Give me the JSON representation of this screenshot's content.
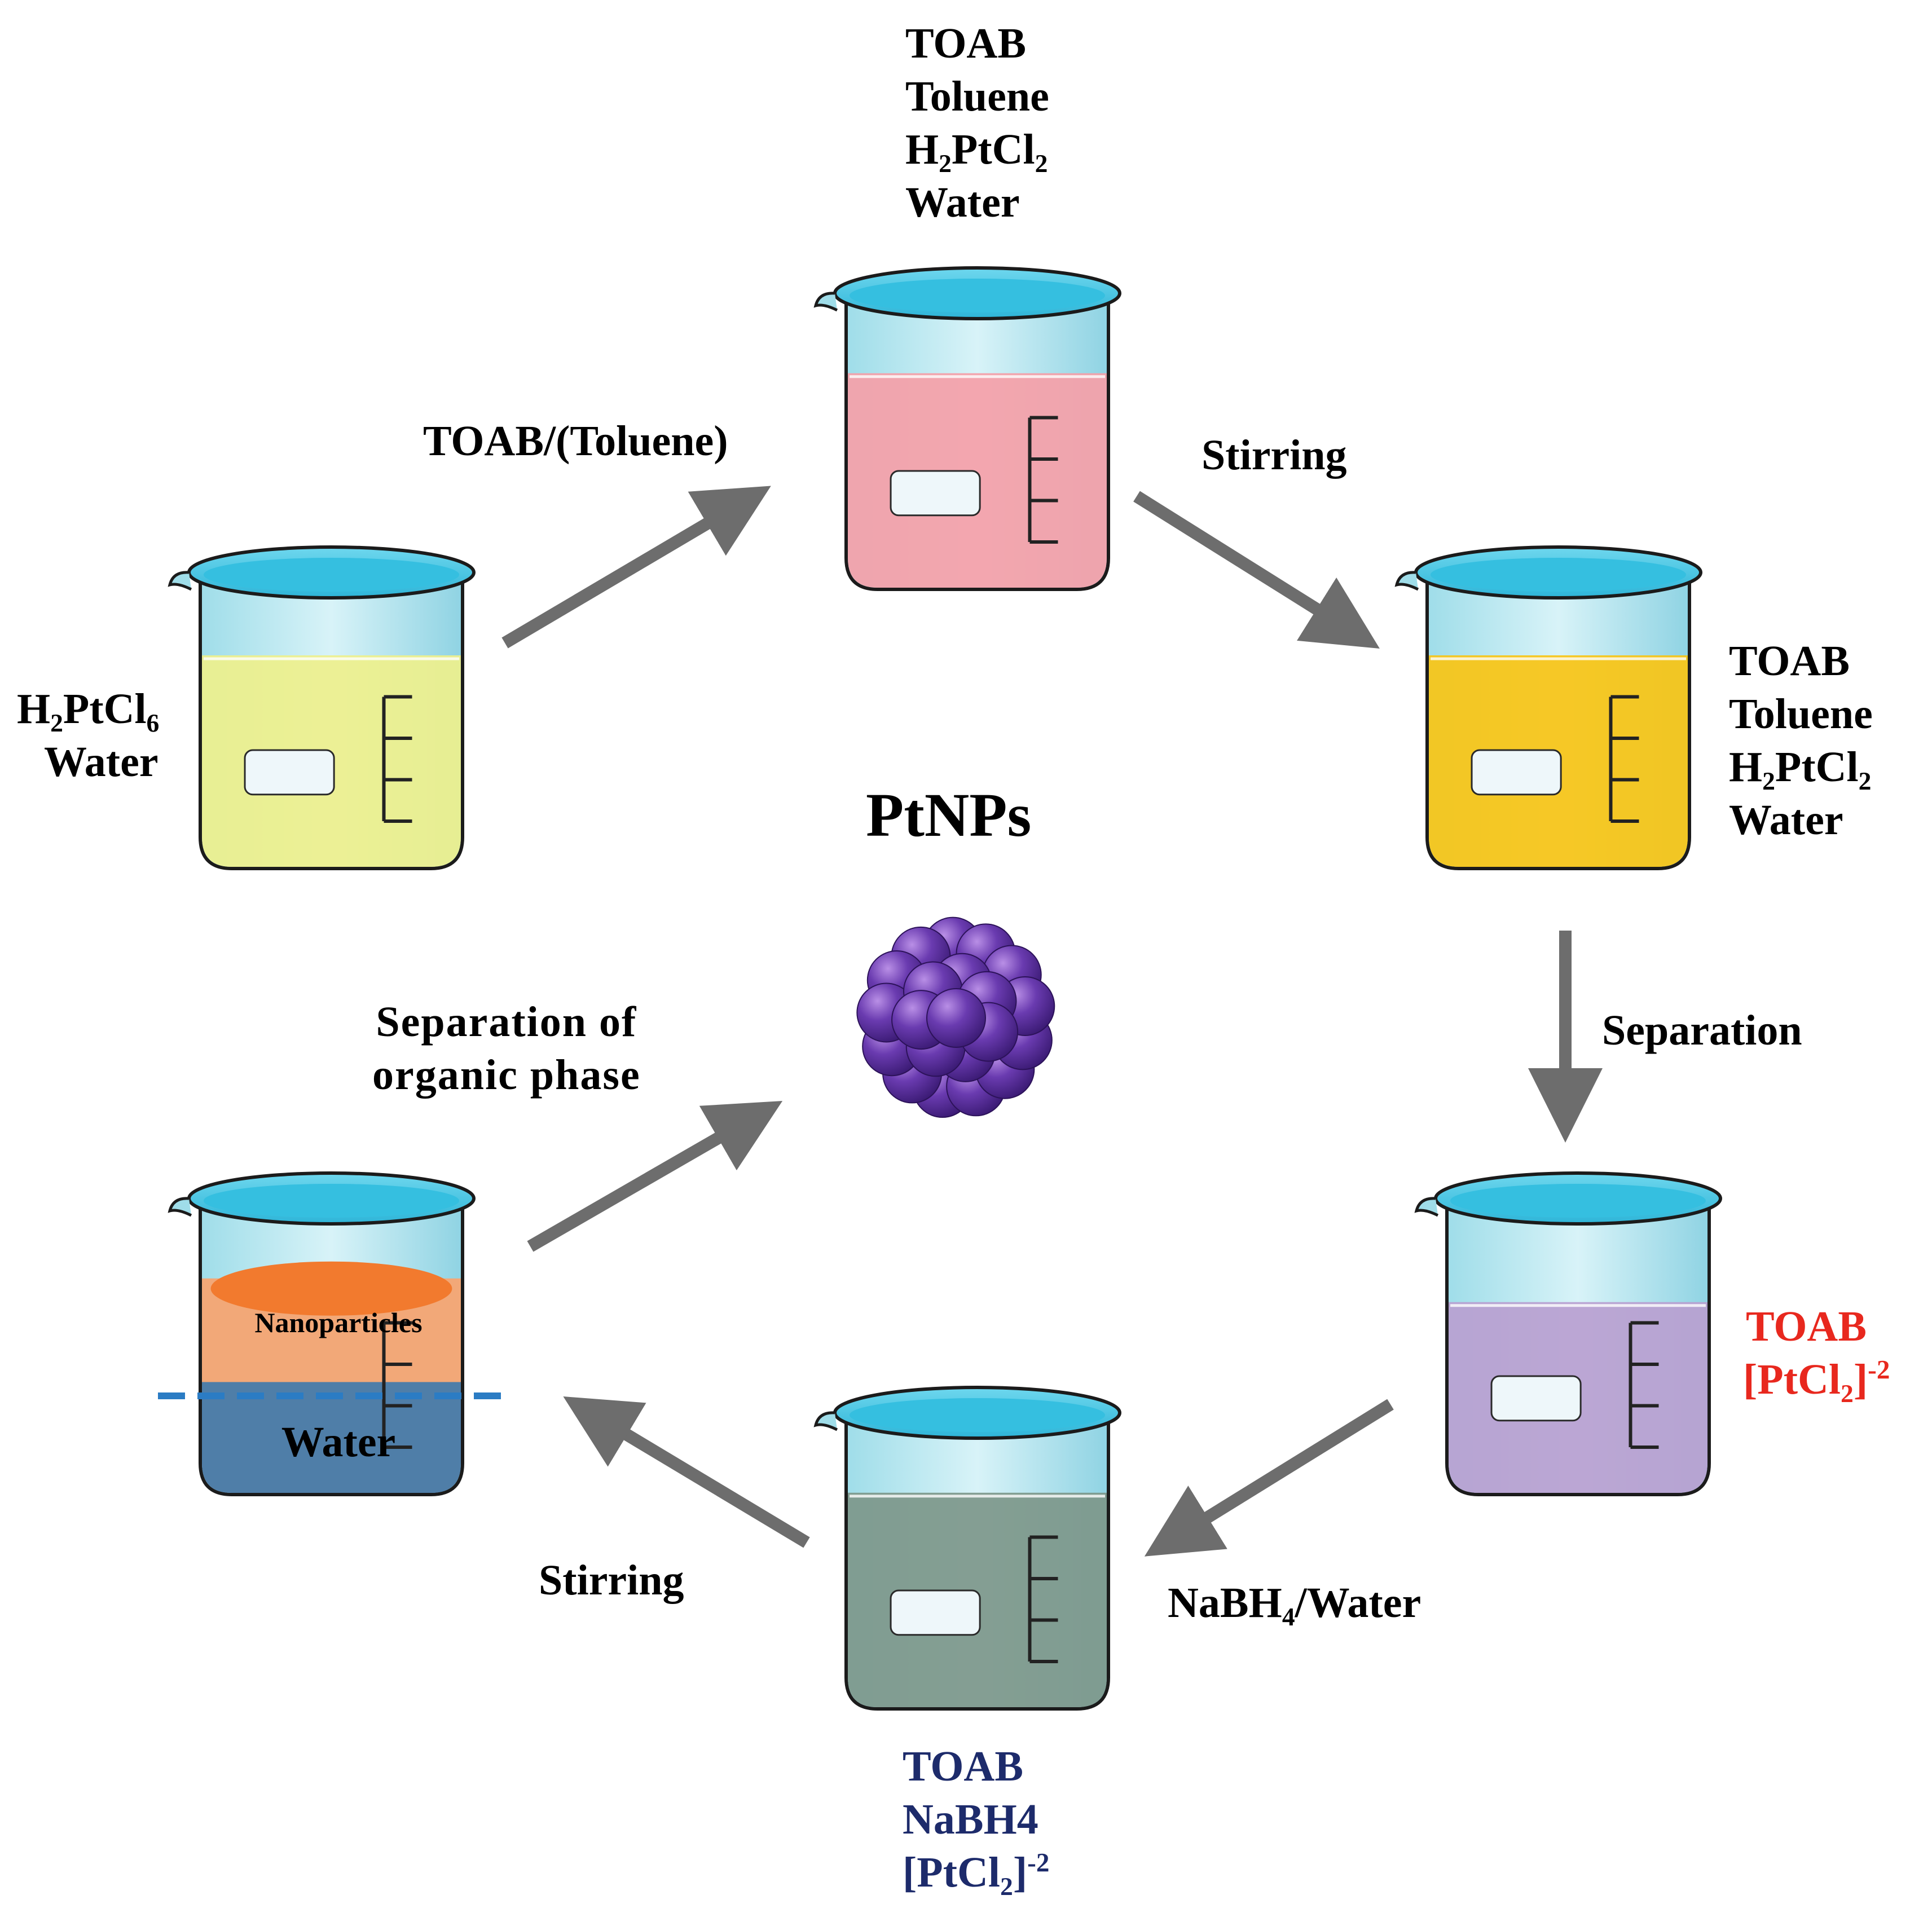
{
  "title": "PtNPs",
  "steps": {
    "start": [
      "H₂PtCl₆",
      "Water"
    ],
    "add_toab": "TOAB/(Toluene)",
    "mixed": [
      "TOAB",
      "Toluene",
      "H₂PtCl₂",
      "Water"
    ],
    "stir1": "Stirring",
    "yellow": [
      "TOAB",
      "Toluene",
      "H₂PtCl₂",
      "Water"
    ],
    "separation": "Separation",
    "purple_line1": "TOAB",
    "purple_line2": "[PtCl₂]",
    "purple_sup": "-2",
    "add_nabh4": "NaBH₄/Water",
    "green_line1": "TOAB",
    "green_line2": "NaBH4",
    "green_line3": "[PtCl₂]",
    "green_sup": "-2",
    "stir2": "Stirring",
    "final_top": "Nanoparticles",
    "final_bottom": "Water",
    "sep_organic": [
      "Separation of",
      "organic phase"
    ]
  },
  "colors": {
    "arrow": "#6d6d6d",
    "glass_rim": "#49c6e3",
    "yellow_liquid": "#eef08c",
    "pink_liquid": "#f5a0a8",
    "orange_liquid": "#f9c414",
    "purple_liquid": "#b8a0d0",
    "green_liquid": "#7d978a",
    "nanoparticle_layer": "#f27a2e",
    "water_layer": "#4f7ea8",
    "sphere": "#5b2f9e",
    "red_label": "#e8281e",
    "navy_label": "#1d2b6b"
  }
}
